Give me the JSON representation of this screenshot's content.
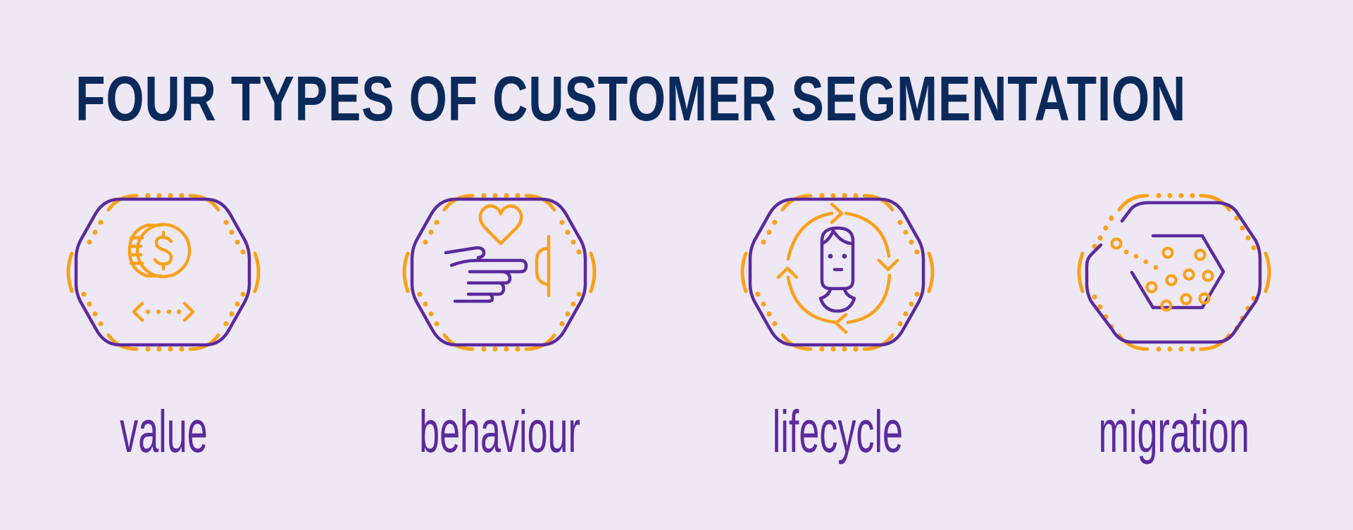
{
  "title": "FOUR TYPES OF CUSTOMER SEGMENTATION",
  "colors": {
    "background": "#EEE8F5",
    "title": "#0B2A5B",
    "primary_purple": "#5B2A9C",
    "accent_orange": "#F9A11B"
  },
  "segments": [
    {
      "label": "value",
      "icon": "coin-dollar-exchange-icon"
    },
    {
      "label": "behaviour",
      "icon": "hand-heart-button-icon"
    },
    {
      "label": "lifecycle",
      "icon": "person-cycle-icon"
    },
    {
      "label": "migration",
      "icon": "dots-moving-into-hexagon-icon"
    }
  ]
}
